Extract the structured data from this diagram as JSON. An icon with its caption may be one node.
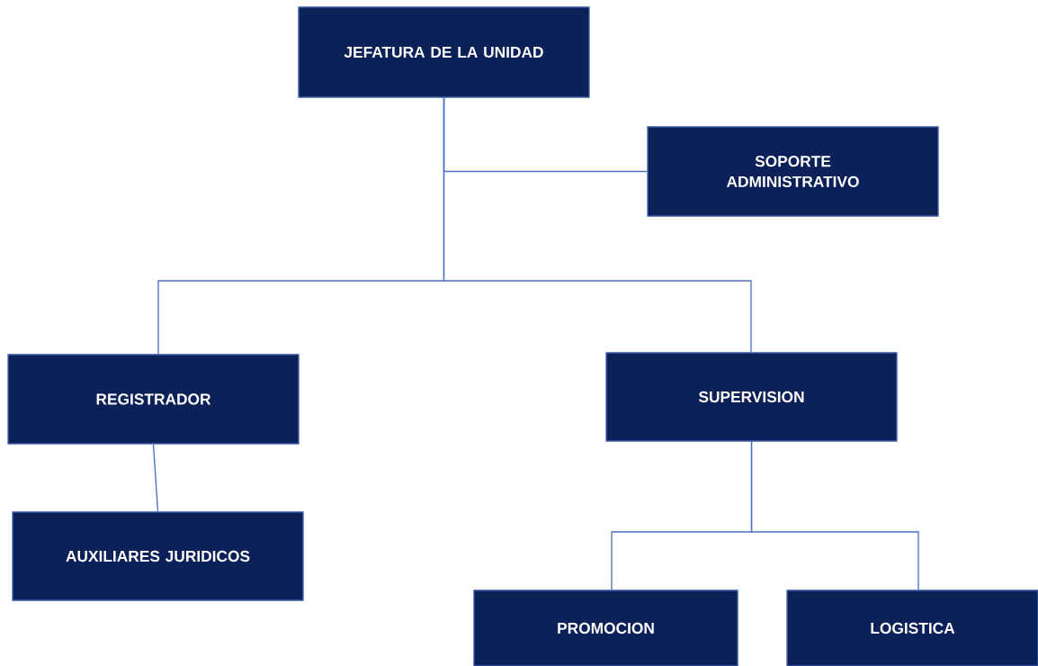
{
  "diagram": {
    "nodes": [
      {
        "text": [
          "JEFATURA DE LA UNIDAD"
        ]
      },
      {
        "text": [
          "SOPORTE ADMINISTRATIVO"
        ]
      },
      {
        "text": [
          "REGISTRADOR"
        ]
      },
      {
        "text": [
          "SUPERVISION"
        ]
      },
      {
        "text": [
          "AUXILIARES JURIDICOS"
        ]
      },
      {
        "text": [
          "PROMOCION"
        ]
      },
      {
        "text": [
          "LOGISTICA"
        ]
      }
    ],
    "edges": [
      {
        "from": 0,
        "to": 1,
        "arrow": "none"
      },
      {
        "from": 0,
        "to": 2,
        "arrow": "none"
      },
      {
        "from": 0,
        "to": 3,
        "arrow": "none"
      },
      {
        "from": 2,
        "to": 4,
        "arrow": "none"
      },
      {
        "from": 3,
        "to": 5,
        "arrow": "none"
      },
      {
        "from": 3,
        "to": 6,
        "arrow": "none"
      }
    ]
  }
}
